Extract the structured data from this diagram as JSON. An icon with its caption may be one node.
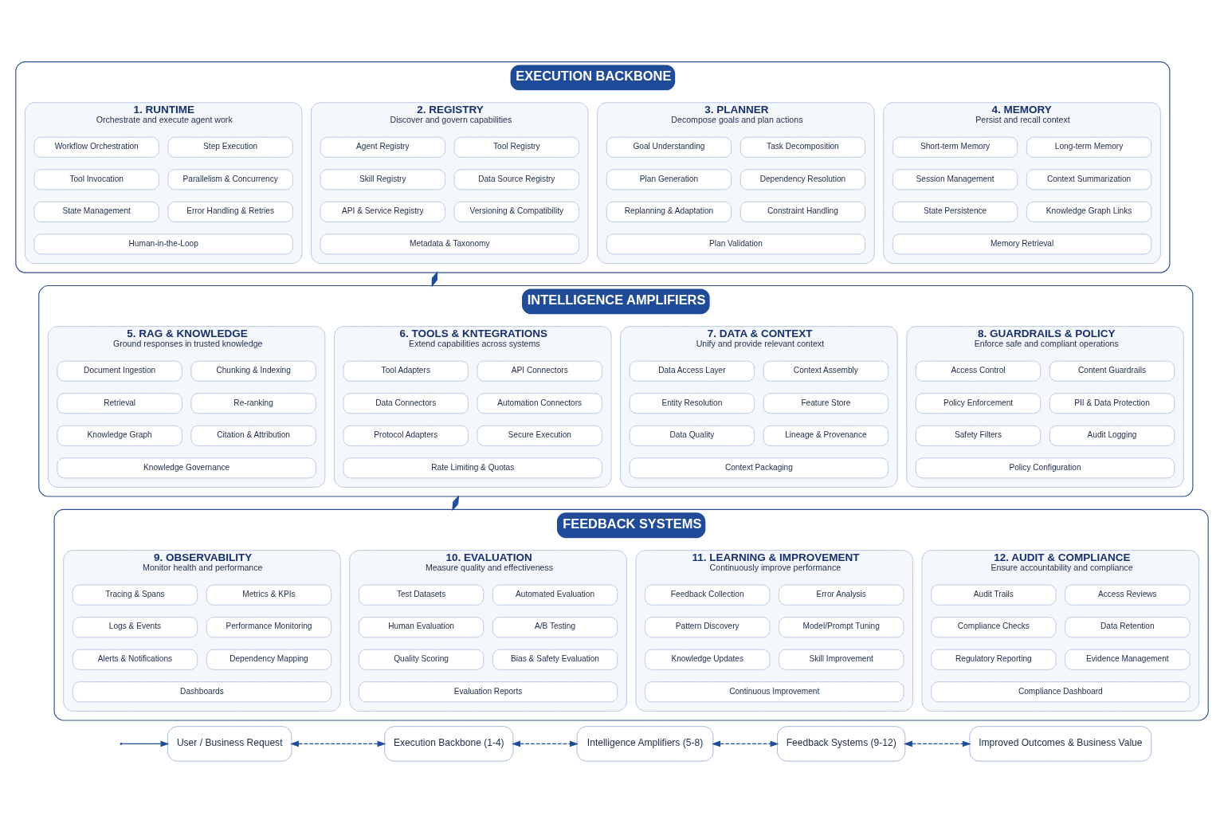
{
  "diagram": {
    "nodes": [
      {
        "text": [
          "EXECUTION BACKBONE"
        ]
      },
      {
        "text": [
          "1. RUNTIME",
          "Orchestrate and execute agent work"
        ],
        "in": 0
      },
      {
        "text": [
          "Workflow Orchestration"
        ],
        "in": 1
      },
      {
        "text": [
          "Step Execution"
        ],
        "in": 1
      },
      {
        "text": [
          "Tool Invocation"
        ],
        "in": 1
      },
      {
        "text": [
          "Parallelism & Concurrency"
        ],
        "in": 1
      },
      {
        "text": [
          "State Management"
        ],
        "in": 1
      },
      {
        "text": [
          "Error Handling & Retries"
        ],
        "in": 1
      },
      {
        "text": [
          "Human-in-the-Loop"
        ],
        "in": 1
      },
      {
        "text": [
          "2. REGISTRY",
          "Discover and govern capabilities"
        ],
        "in": 0
      },
      {
        "text": [
          "Agent Registry"
        ],
        "in": 9
      },
      {
        "text": [
          "Tool Registry"
        ],
        "in": 9
      },
      {
        "text": [
          "Skill Registry"
        ],
        "in": 9
      },
      {
        "text": [
          "Data Source Registry"
        ],
        "in": 9
      },
      {
        "text": [
          "API & Service Registry"
        ],
        "in": 9
      },
      {
        "text": [
          "Versioning & Compatibility"
        ],
        "in": 9
      },
      {
        "text": [
          "Metadata & Taxonomy"
        ],
        "in": 9
      },
      {
        "text": [
          "3. PLANNER",
          "Decompose goals and plan actions"
        ],
        "in": 0
      },
      {
        "text": [
          "Goal Understanding"
        ],
        "in": 17
      },
      {
        "text": [
          "Task Decomposition"
        ],
        "in": 17
      },
      {
        "text": [
          "Plan Generation"
        ],
        "in": 17
      },
      {
        "text": [
          "Dependency Resolution"
        ],
        "in": 17
      },
      {
        "text": [
          "Replanning & Adaptation"
        ],
        "in": 17
      },
      {
        "text": [
          "Constraint Handling"
        ],
        "in": 17
      },
      {
        "text": [
          "Plan Validation"
        ],
        "in": 17
      },
      {
        "text": [
          "4. MEMORY",
          "Persist and recall context"
        ],
        "in": 0
      },
      {
        "text": [
          "Short-term Memory"
        ],
        "in": 25
      },
      {
        "text": [
          "Long-term Memory"
        ],
        "in": 25
      },
      {
        "text": [
          "Session Management"
        ],
        "in": 25
      },
      {
        "text": [
          "Context Summarization"
        ],
        "in": 25
      },
      {
        "text": [
          "State Persistence"
        ],
        "in": 25
      },
      {
        "text": [
          "Knowledge Graph Links"
        ],
        "in": 25
      },
      {
        "text": [
          "Memory Retrieval"
        ],
        "in": 25
      },
      {
        "text": [
          "INTELLIGENCE AMPLIFIERS"
        ]
      },
      {
        "text": [
          "5. RAG & KNOWLEDGE",
          "Ground responses in trusted knowledge"
        ],
        "in": 33
      },
      {
        "text": [
          "Document Ingestion"
        ],
        "in": 34
      },
      {
        "text": [
          "Chunking & Indexing"
        ],
        "in": 34
      },
      {
        "text": [
          "Retrieval"
        ],
        "in": 34
      },
      {
        "text": [
          "Re-ranking"
        ],
        "in": 34
      },
      {
        "text": [
          "Knowledge Graph"
        ],
        "in": 34
      },
      {
        "text": [
          "Citation & Attribution"
        ],
        "in": 34
      },
      {
        "text": [
          "Knowledge Governance"
        ],
        "in": 34
      },
      {
        "text": [
          "6. TOOLS & KNTEGRATIONS",
          "Extend capabilities across systems"
        ],
        "in": 33
      },
      {
        "text": [
          "Tool Adapters"
        ],
        "in": 42
      },
      {
        "text": [
          "API Connectors"
        ],
        "in": 42
      },
      {
        "text": [
          "Data Connectors"
        ],
        "in": 42
      },
      {
        "text": [
          "Automation Connectors"
        ],
        "in": 42
      },
      {
        "text": [
          "Protocol Adapters"
        ],
        "in": 42
      },
      {
        "text": [
          "Secure Execution"
        ],
        "in": 42
      },
      {
        "text": [
          "Rate Limiting & Quotas"
        ],
        "in": 42
      },
      {
        "text": [
          "7. DATA & CONTEXT",
          "Unify and provide relevant context"
        ],
        "in": 33
      },
      {
        "text": [
          "Data Access Layer"
        ],
        "in": 50
      },
      {
        "text": [
          "Context Assembly"
        ],
        "in": 50
      },
      {
        "text": [
          "Entity Resolution"
        ],
        "in": 50
      },
      {
        "text": [
          "Feature Store"
        ],
        "in": 50
      },
      {
        "text": [
          "Data Quality"
        ],
        "in": 50
      },
      {
        "text": [
          "Lineage & Provenance"
        ],
        "in": 50
      },
      {
        "text": [
          "Context Packaging"
        ],
        "in": 50
      },
      {
        "text": [
          "8. GUARDRAILS & POLICY",
          "Enforce safe and compliant operations"
        ],
        "in": 33
      },
      {
        "text": [
          "Access Control"
        ],
        "in": 58
      },
      {
        "text": [
          "Content Guardrails"
        ],
        "in": 58
      },
      {
        "text": [
          "Policy Enforcement"
        ],
        "in": 58
      },
      {
        "text": [
          "PII & Data Protection"
        ],
        "in": 58
      },
      {
        "text": [
          "Safety Filters"
        ],
        "in": 58
      },
      {
        "text": [
          "Audit Logging"
        ],
        "in": 58
      },
      {
        "text": [
          "Policy Configuration"
        ],
        "in": 58
      },
      {
        "text": [
          "FEEDBACK SYSTEMS"
        ]
      },
      {
        "text": [
          "9. OBSERVABILITY",
          "Monitor health and performance"
        ],
        "in": 66
      },
      {
        "text": [
          "Tracing & Spans"
        ],
        "in": 67
      },
      {
        "text": [
          "Metrics & KPIs"
        ],
        "in": 67
      },
      {
        "text": [
          "Logs & Events"
        ],
        "in": 67
      },
      {
        "text": [
          "Performance Monitoring"
        ],
        "in": 67
      },
      {
        "text": [
          "Alerts & Notifications"
        ],
        "in": 67
      },
      {
        "text": [
          "Dependency Mapping"
        ],
        "in": 67
      },
      {
        "text": [
          "Dashboards"
        ],
        "in": 67
      },
      {
        "text": [
          "10. EVALUATION",
          "Measure quality and effectiveness"
        ],
        "in": 66
      },
      {
        "text": [
          "Test Datasets"
        ],
        "in": 75
      },
      {
        "text": [
          "Automated Evaluation"
        ],
        "in": 75
      },
      {
        "text": [
          "Human Evaluation"
        ],
        "in": 75
      },
      {
        "text": [
          "A/B Testing"
        ],
        "in": 75
      },
      {
        "text": [
          "Quality Scoring"
        ],
        "in": 75
      },
      {
        "text": [
          "Bias & Safety Evaluation"
        ],
        "in": 75
      },
      {
        "text": [
          "Evaluation Reports"
        ],
        "in": 75
      },
      {
        "text": [
          "11. LEARNING & IMPROVEMENT",
          "Continuously improve performance"
        ],
        "in": 66
      },
      {
        "text": [
          "Feedback Collection"
        ],
        "in": 83
      },
      {
        "text": [
          "Error Analysis"
        ],
        "in": 83
      },
      {
        "text": [
          "Pattern Discovery"
        ],
        "in": 83
      },
      {
        "text": [
          "Model/Prompt Tuning"
        ],
        "in": 83
      },
      {
        "text": [
          "Knowledge Updates"
        ],
        "in": 83
      },
      {
        "text": [
          "Skill Improvement"
        ],
        "in": 83
      },
      {
        "text": [
          "Continuous Improvement"
        ],
        "in": 83
      },
      {
        "text": [
          "12. AUDIT & COMPLIANCE",
          "Ensure accountability and compliance"
        ],
        "in": 66
      },
      {
        "text": [
          "Audit Trails"
        ],
        "in": 91
      },
      {
        "text": [
          "Access Reviews"
        ],
        "in": 91
      },
      {
        "text": [
          "Compliance Checks"
        ],
        "in": 91
      },
      {
        "text": [
          "Data Retention"
        ],
        "in": 91
      },
      {
        "text": [
          "Regulatory Reporting"
        ],
        "in": 91
      },
      {
        "text": [
          "Evidence Management"
        ],
        "in": 91
      },
      {
        "text": [
          "Compliance Dashboard"
        ],
        "in": 91
      },
      {
        "text": [
          "User / Business Request"
        ]
      },
      {
        "text": [
          "Execution Backbone (1-4)"
        ]
      },
      {
        "text": [
          "Intelligence Amplifiers (5-8)"
        ]
      },
      {
        "text": [
          "Feedback Systems (9-12)"
        ]
      },
      {
        "text": [
          "Improved Outcomes & Business Value"
        ]
      }
    ],
    "edges": [
      {
        "from": 0,
        "to": 33,
        "arrow": "both"
      },
      {
        "from": 33,
        "to": 66,
        "arrow": "both"
      },
      {
        "from": null,
        "to": 99,
        "arrow": "to"
      },
      {
        "from": 99,
        "to": 100,
        "arrow": "both",
        "style": "dashed"
      },
      {
        "from": 100,
        "to": 101,
        "arrow": "both",
        "style": "dashed"
      },
      {
        "from": 101,
        "to": 102,
        "arrow": "both",
        "style": "dashed"
      },
      {
        "from": 102,
        "to": 103,
        "arrow": "both",
        "style": "dashed"
      }
    ]
  }
}
